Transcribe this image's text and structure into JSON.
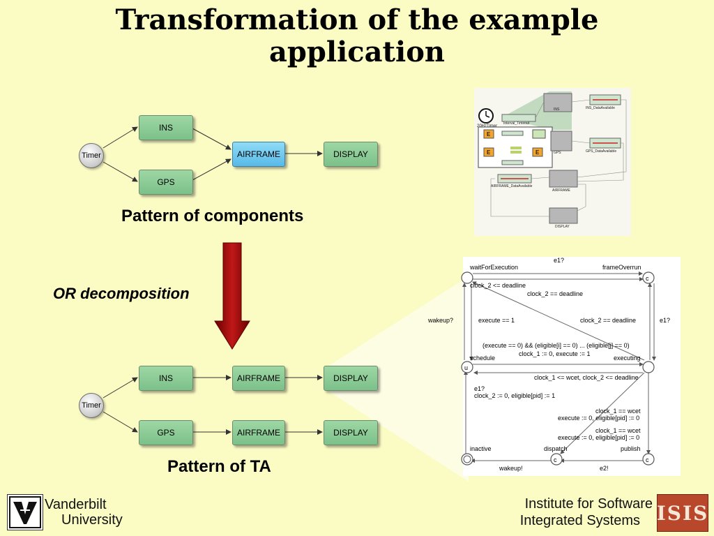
{
  "title": {
    "line1": "Transformation of the example",
    "line2": "application"
  },
  "top_pattern": {
    "timer": "Timer",
    "ins": "INS",
    "gps": "GPS",
    "airframe": "AIRFRAME",
    "display": "DISPLAY",
    "caption": "Pattern of components"
  },
  "or_decomposition": "OR decomposition",
  "bottom_pattern": {
    "timer": "Timer",
    "row1": [
      "INS",
      "AIRFRAME",
      "DISPLAY"
    ],
    "row2": [
      "GPS",
      "AIRFRAME",
      "DISPLAY"
    ],
    "caption": "Pattern of TA"
  },
  "model_screenshot": {
    "labels": {
      "timer": "20HzTimer",
      "ins": "INS",
      "gps": "GPS",
      "airframe": "AIRFRAME",
      "display": "DISPLAY",
      "ins_data": "INS_DataAvailable",
      "gps_data": "GPS_DataAvailable",
      "airframe_data": "AIRFRAME_DataAvailable",
      "interval": "Interval_Timeout"
    }
  },
  "timed_automaton": {
    "states": {
      "wait": "waitForExecution",
      "overrun": "frameOverrun",
      "schedule": "schedule",
      "executing": "executing",
      "inactive": "inactive",
      "dispatch": "dispatch",
      "publish": "publish"
    },
    "labels": {
      "e1_top": "e1?",
      "guard1": "clock_2 <= deadline",
      "guard2": "clock_2 == deadline",
      "wakeup_q": "wakeup?",
      "exec1": "execute == 1",
      "clock_deadline": "clock_2 == deadline",
      "e1_right": "e1?",
      "cond1": "(execute == 0) && (eligible[i] == 0) ... (eligible[j] == 0)",
      "cond2": "clock_1 := 0, execute := 1",
      "wcet_guard": "clock_1 <= wcet, clock_2 <= deadline",
      "e1_left": "e1?",
      "e1_assign": "clock_2 := 0, eligible[pid] := 1",
      "wcet1": "clock_1 == wcet",
      "wcet1_assign": "execute := 0, eligible[pid] := 0",
      "wcet2": "clock_1 == wcet",
      "wcet2_assign": "execute := 0, eligible[pid] := 0",
      "wakeup_b": "wakeup!",
      "e2": "e2!"
    }
  },
  "footer": {
    "vu_line1": "Vanderbilt",
    "vu_line2": "University",
    "isis_line1": "Institute for Software",
    "isis_line2": "Integrated Systems",
    "isis_logo_text": "ISIS"
  },
  "colors": {
    "background": "#fbfbc4",
    "green_box": "#8fcc97",
    "blue_box": "#6fc9ef",
    "arrow_red": "#a01010"
  }
}
